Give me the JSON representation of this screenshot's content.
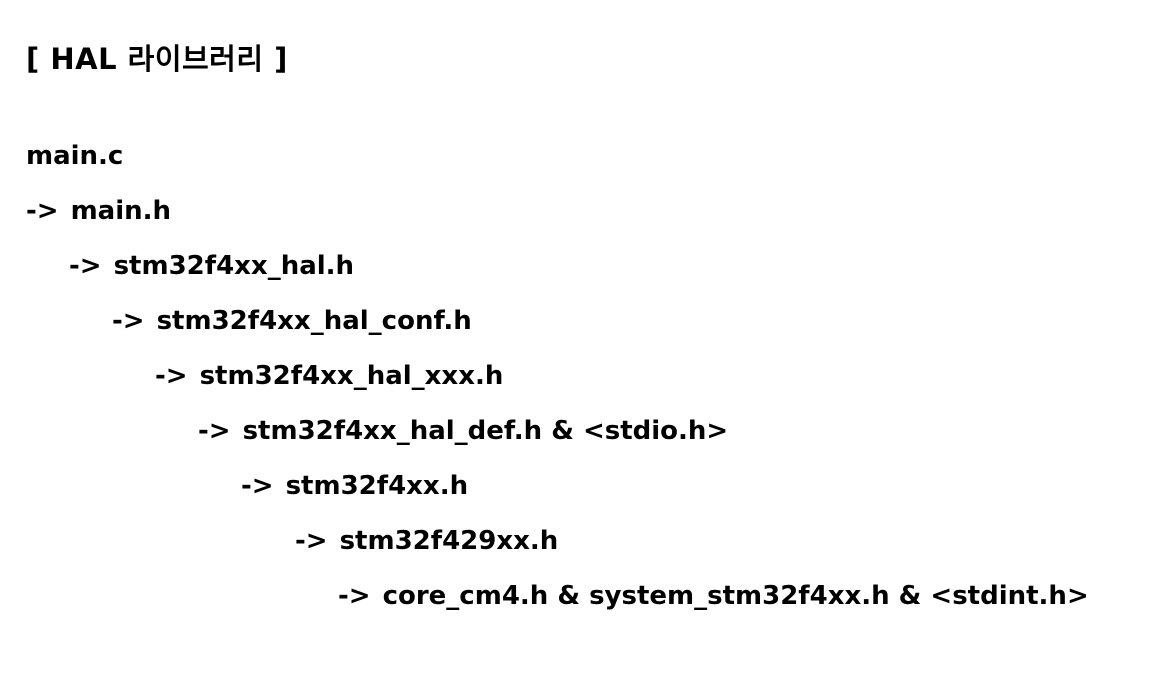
{
  "title": "[ HAL 라이브러리 ]",
  "arrow": "->",
  "tree": [
    {
      "file": "main.c"
    },
    {
      "file": "main.h"
    },
    {
      "file": "stm32f4xx_hal.h"
    },
    {
      "file": "stm32f4xx_hal_conf.h"
    },
    {
      "file": "stm32f4xx_hal_xxx.h"
    },
    {
      "file": "stm32f4xx_hal_def.h & <stdio.h>"
    },
    {
      "file": "stm32f4xx.h"
    },
    {
      "file": "stm32f429xx.h"
    },
    {
      "file": "core_cm4.h & system_stm32f4xx.h & <stdint.h>"
    }
  ]
}
